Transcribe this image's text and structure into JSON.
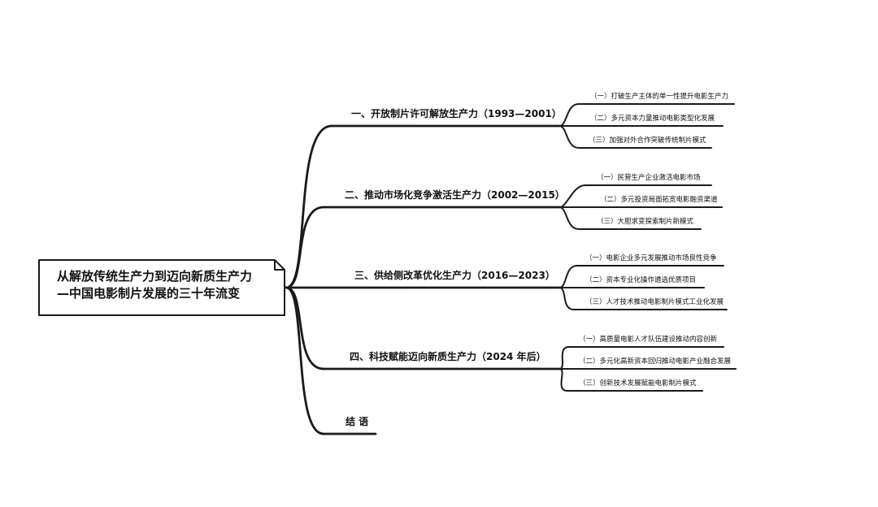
{
  "root": {
    "line1": "从解放传统生产力到迈向新质生产力",
    "line2": "—中国电影制片发展的三十年流变"
  },
  "branches": [
    {
      "label": "一、开放制片许可解放生产力（1993—2001）",
      "children": [
        "（一）打破生产主体的单一性提升电影生产力",
        "（二）多元资本力量推动电影类型化发展",
        "（三）加强对外合作突破传统制片模式"
      ]
    },
    {
      "label": "二、推动市场化竞争激活生产力（2002—2015）",
      "children": [
        "（一）民营生产企业激活电影市场",
        "（二）多元投资局面拓宽电影融资渠道",
        "（三）大胆求变探索制片新模式"
      ]
    },
    {
      "label": "三、供给侧改革优化生产力（2016—2023）",
      "children": [
        "（一）电影企业多元发展推动市场良性竞争",
        "（二）资本专业化操作遴选优质项目",
        "（三）人才技术推动电影制片模式工业化发展"
      ]
    },
    {
      "label": "四、科技赋能迈向新质生产力（2024 年后）",
      "children": [
        "（一）高质量电影人才队伍建设推动内容创新",
        "（二）多元化高新资本回归推动电影产业融合发展",
        "（三）创新技术发展赋能电影制片模式"
      ]
    },
    {
      "label": "结 语",
      "children": []
    }
  ]
}
